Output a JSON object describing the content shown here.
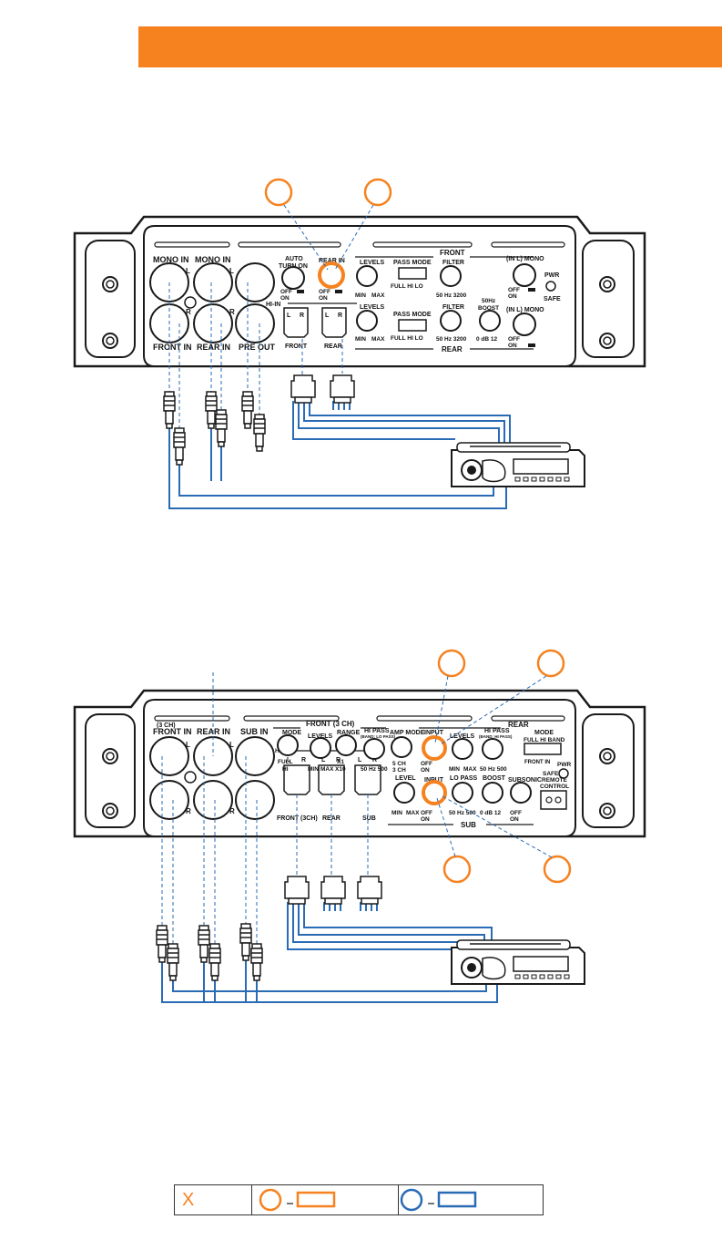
{
  "colors": {
    "accent": "#f5821f",
    "wire": "#2a6bb5",
    "ink": "#1a1a1a"
  },
  "amp1": {
    "mono_in_l": "MONO IN",
    "mono_in_r": "MONO IN",
    "front_in": "FRONT IN",
    "rear_in": "REAR IN",
    "pre_out": "PRE OUT",
    "L": "L",
    "R": "R",
    "auto_turn_on": "AUTO",
    "turn_on": "TURN ON",
    "off": "OFF",
    "on": "ON",
    "rear_in_sw": "REAR IN",
    "hi_in": "HI-IN",
    "front_conn": "FRONT",
    "rear_conn": "REAR",
    "front_title": "FRONT",
    "rear_title": "REAR",
    "levels": "LEVELS",
    "min": "MIN",
    "max": "MAX",
    "pass_mode": "PASS MODE",
    "full_hi_lo": "FULL  HI   LO",
    "filter": "FILTER",
    "hz_scale": "50  Hz  3200",
    "boost_hz": "50Hz",
    "boost": "BOOST",
    "db_scale": "0  dB  12",
    "in_l_mono": "(IN L) MONO",
    "pwr": "PWR",
    "safe": "SAFE"
  },
  "amp2": {
    "three_ch": "(3 CH)",
    "front_in": "FRONT IN",
    "rear_in": "REAR IN",
    "sub_in": "SUB IN",
    "L": "L",
    "R": "R",
    "hi_in": "HI-IN",
    "front_3ch_title": "FRONT (3 CH)",
    "mode": "MODE",
    "full": "FULL",
    "hi": "HI",
    "levels": "LEVELS",
    "min": "MIN",
    "max": "MAX",
    "range": "RANGE",
    "x1": "X1",
    "x10": "X10",
    "hi_pass": "HI PASS",
    "band_lo_pass": "(BAND: LO PASS)",
    "hz_scale": "50  Hz  500",
    "amp_mode": "AMP MODE",
    "five_ch": "5 CH",
    "three_ch_opt": "3 CH",
    "input": "INPUT",
    "off": "OFF",
    "on": "ON",
    "rear_title": "REAR",
    "rear_hi_pass": "HI PASS",
    "band_hi_pass": "(BAND: HI PASS)",
    "mode_right": "MODE",
    "full_hi_band": "FULL  HI  BAND",
    "front_in_small": "FRONT IN",
    "pwr": "PWR",
    "safe": "SAFE",
    "level": "LEVEL",
    "lo_pass": "LO PASS",
    "boost": "BOOST",
    "db_scale": "0  dB  12",
    "subsonic": "SUBSONIC",
    "remote_control_1": "REMOTE",
    "remote_control_2": "CONTROL",
    "sub_title": "SUB",
    "front_3ch_conn": "FRONT (3CH)",
    "rear_conn": "REAR",
    "sub_conn": "SUB"
  },
  "legend": {
    "x_mark": "X"
  }
}
